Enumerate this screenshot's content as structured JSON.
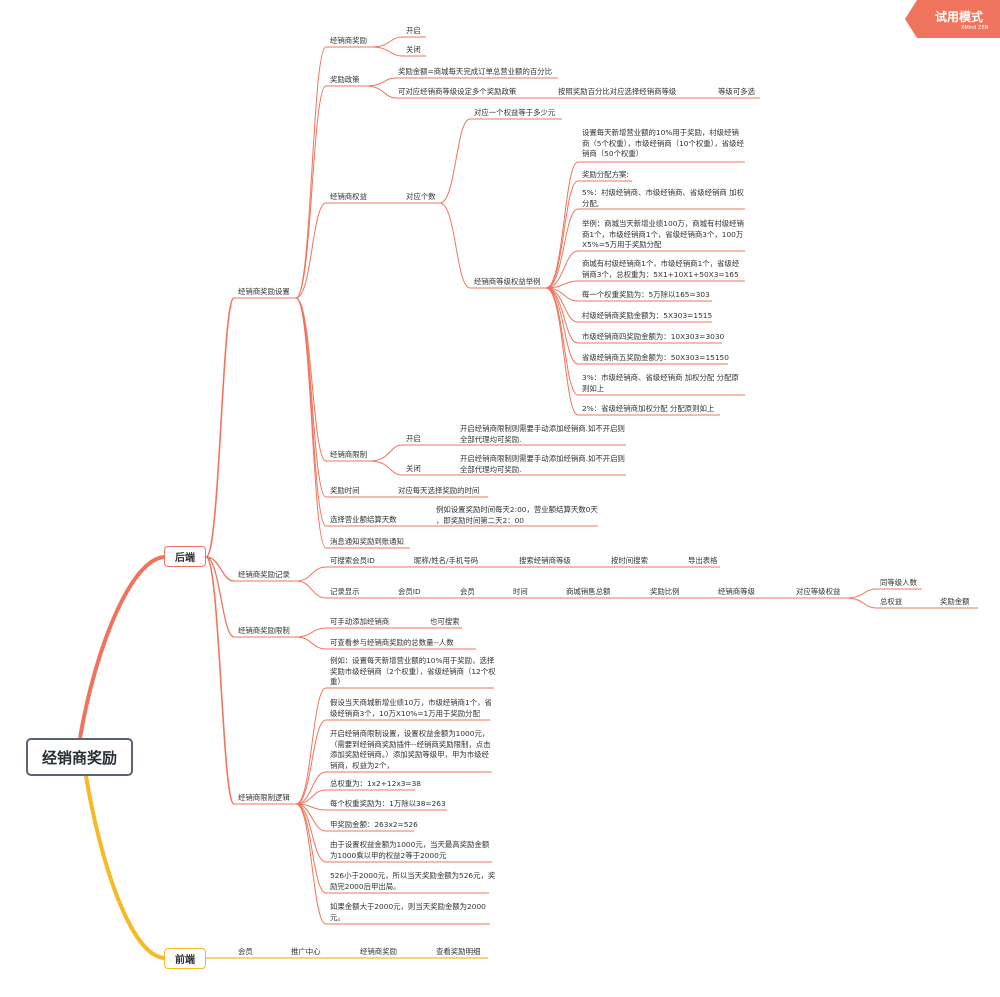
{
  "root": "经销商奖励",
  "badge": {
    "title": "试用模式",
    "sub": "XMind ZEN"
  },
  "backend": {
    "label": "后端",
    "reward_settings": "经销商奖励设置",
    "dealer_reward": {
      "label": "经销商奖励",
      "open": "开启",
      "close": "关闭"
    },
    "policy": {
      "label": "奖励政策",
      "amount": "奖励金额=商城每天完成订单总营业额的百分比",
      "level_policy": "可对应经销商等级设定多个奖励政策",
      "by_percent": "按照奖励百分比对应选择经销商等级",
      "multi": "等级可多选"
    },
    "rights": {
      "label": "经销商权益",
      "count": "对应个数",
      "weight_amount": "对应一个权益等于多少元",
      "example_label": "经销商等级权益举例",
      "items": [
        "设置每天新增营业额的10%用于奖励，村级经销商（5个权重），市级经销商（10个权重），省级经销商（50个权重）",
        "奖励分配方案:",
        "5%：村级经销商、市级经销商、省级经销商 加权分配,",
        "举例：商城当天新增业绩100万，商城有村级经销商1个，市级经销商1个，省级经销商3个，100万X5%=5万用于奖励分配",
        "商城有村级经销商1个，市级经销商1个，省级经销商3个，总权重为：5X1+10X1+50X3=165",
        "每一个权重奖励为：5万除以165=303",
        "村级经销商奖励金额为：5X303=1515",
        "市级经销商四奖励金额为：10X303=3030",
        "省级经销商五奖励金额为：50X303=15150",
        "3%：市级经销商、省级经销商 加权分配 分配原则如上",
        "2%：省级经销商加权分配 分配原则如上"
      ]
    },
    "limit": {
      "label": "经销商限制",
      "open": "开启",
      "open_desc": "开启经销商限制则需要手动添加经销商.如不开启则全部代理均可奖励.",
      "close": "关闭",
      "close_desc": "开启经销商限制则需要手动添加经销商.如不开启则全部代理均可奖励."
    },
    "reward_time": {
      "label": "奖励时间",
      "desc": "对应每天选择奖励的时间"
    },
    "settle_days": {
      "label": "选择营业额结算天数",
      "desc": "例如设置奖励时间每天2:00，营业额结算天数0天 ，即奖励时间第二天2：00"
    },
    "notify": "消息通知奖励到账通知",
    "records": {
      "label": "经销商奖励记录",
      "search": "可搜索会员ID",
      "search_items": [
        "昵称/姓名/手机号码",
        "搜索经销商等级",
        "按时间搜索",
        "导出表格"
      ],
      "display": "记录显示",
      "columns": [
        "会员ID",
        "会员",
        "时间",
        "商城销售总额",
        "奖励比例",
        "经销商等级",
        "对应等级权益"
      ],
      "same_level": "同等级人数",
      "total_weight": "总权益",
      "reward_amount": "奖励金额"
    },
    "limit_reward": {
      "label": "经销商奖励限制",
      "manual": "可手动添加经销商",
      "searchable": "也可搜索",
      "view_total": "可查看参与经销商奖励的总数量--人数"
    },
    "logic": {
      "label": "经销商限制逻辑",
      "items": [
        "例如：设置每天新增营业额的10%用于奖励，选择奖励市级经销商（2个权重），省级经销商（12个权重）",
        "假设当天商城新增业绩10万，市级经销商1个，省级经销商3个，10万X10%=1万用于奖励分配",
        "开启经销商限制设置，设置权益金额为1000元，（需要到经销商奖励插件--经销商奖励限制，点击添加奖励经销商。）添加奖励等级甲，甲为市级经销商，权益为2个，",
        "总权重为：1x2+12x3=38",
        "每个权重奖励为：1万除以38=263",
        "甲奖励金额：263x2=526",
        "由于设置权益金额为1000元，当天最高奖励金额为1000乘以甲的权益2等于2000元",
        "526小于2000元，所以当天奖励金额为526元，奖励完2000后甲出局。",
        "如果金额大于2000元，则当天奖励金额为2000元。"
      ]
    }
  },
  "frontend": {
    "label": "前端",
    "items": [
      "会员",
      "推广中心",
      "经销商奖励",
      "查看奖励明细"
    ]
  },
  "colors": {
    "branch": "#f0745d",
    "front": "#f7b928",
    "root_border": "#5a6470",
    "badge": "#f0745d"
  }
}
